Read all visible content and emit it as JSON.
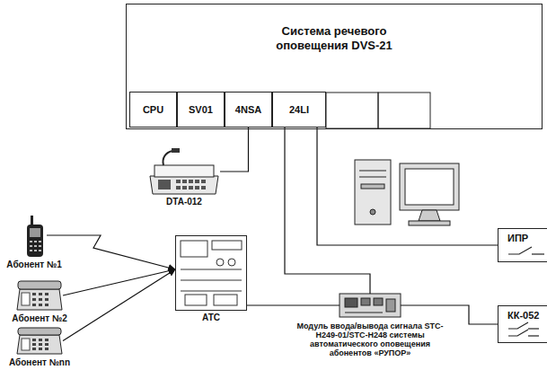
{
  "diagram": {
    "nodes": [
      {
        "text": [
          "Система речевого оповещения DVS-21"
        ]
      },
      {
        "text": [
          "CPU"
        ],
        "in": 0
      },
      {
        "text": [
          "SV01"
        ],
        "in": 0
      },
      {
        "text": [
          "4NSA"
        ],
        "in": 0
      },
      {
        "text": [
          "24LI"
        ],
        "in": 0
      },
      {
        "text": [
          "DTA-012"
        ]
      },
      {
        "text": [
          "ИПР"
        ]
      },
      {
        "text": [
          "Абонент №1"
        ]
      },
      {
        "text": [
          "АТС"
        ]
      },
      {
        "text": [
          "Модуль ввода/вывода сигнала STC-H249-01/STC-H248 системы автоматического оповещения абонентов «РУПОР»"
        ]
      },
      {
        "text": [
          "КК-052"
        ]
      },
      {
        "text": [
          "Абонент №2"
        ]
      },
      {
        "text": [
          "Абонент №nn"
        ]
      }
    ],
    "edges": [
      {
        "from": 3,
        "to": 5,
        "arrow": "none"
      },
      {
        "from": 4,
        "to": 6,
        "arrow": "none"
      },
      {
        "from": 4,
        "to": 9,
        "arrow": "none"
      },
      {
        "from": 8,
        "to": 9,
        "arrow": "none"
      },
      {
        "from": 9,
        "to": 10,
        "arrow": "none"
      },
      {
        "from": 7,
        "to": 8,
        "arrow": "to"
      },
      {
        "from": 11,
        "to": 8,
        "arrow": "to"
      },
      {
        "from": 12,
        "to": 8,
        "arrow": "to"
      }
    ]
  }
}
